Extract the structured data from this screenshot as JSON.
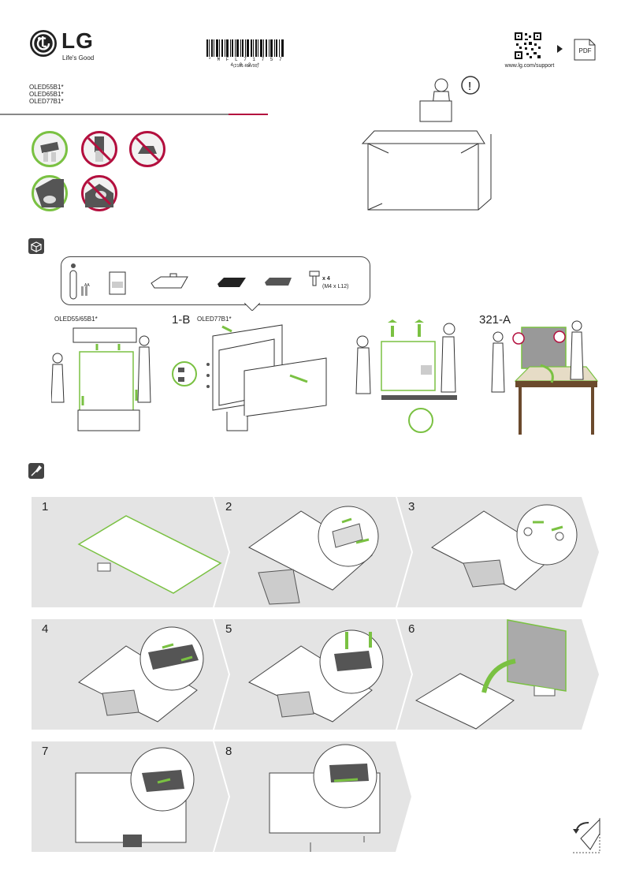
{
  "brand": {
    "name": "LG",
    "tagline": "Life's Good"
  },
  "barcode": {
    "code": "* M F L 7 1 7 5 7 4 0 2 *",
    "revision": "(2101-REV00)"
  },
  "support": {
    "url": "www.lg.com/support",
    "pdf_label": "PDF"
  },
  "models": [
    "OLED55B1*",
    "OLED65B1*",
    "OLED77B1*"
  ],
  "colors": {
    "accent_green": "#7ac142",
    "warning_red": "#b30f3e",
    "panel_grey": "#e4e4e4"
  },
  "unpack": {
    "screw_qty": "x 4",
    "screw_spec": "(M4 x L12)",
    "remote_batteries": "AA",
    "label_55_65": "OLED55/65B1*",
    "label_1b": "1-B",
    "label_77": "OLED77B1*",
    "label_321a": "321-A"
  },
  "steps": [
    "1",
    "2",
    "3",
    "4",
    "5",
    "6",
    "7",
    "8"
  ]
}
